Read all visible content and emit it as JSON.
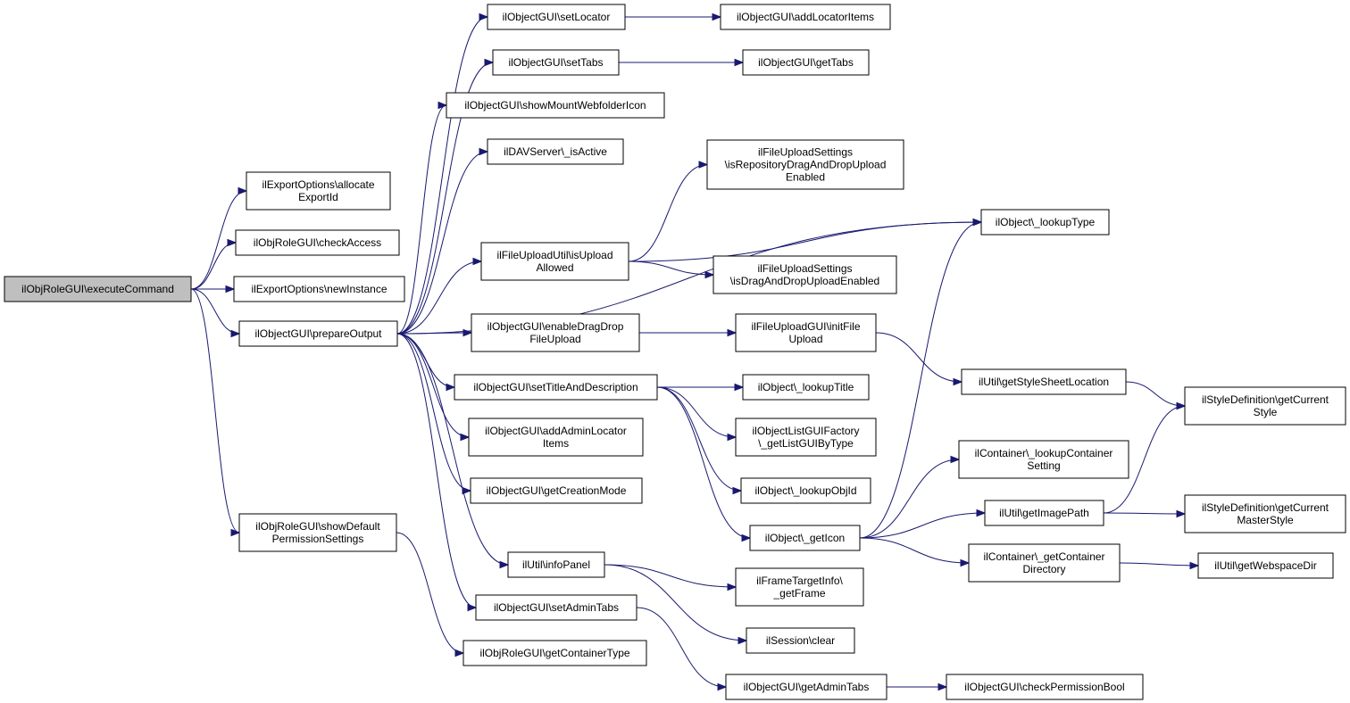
{
  "diagram": {
    "type": "call-graph",
    "root": "executeCommand",
    "nodes": [
      {
        "id": "executeCommand",
        "lines": [
          "ilObjRoleGUI\\executeCommand"
        ]
      },
      {
        "id": "allocateExportId",
        "lines": [
          "ilExportOptions\\allocate",
          "ExportId"
        ]
      },
      {
        "id": "checkAccess",
        "lines": [
          "ilObjRoleGUI\\checkAccess"
        ]
      },
      {
        "id": "newInstance",
        "lines": [
          "ilExportOptions\\newInstance"
        ]
      },
      {
        "id": "prepareOutput",
        "lines": [
          "ilObjectGUI\\prepareOutput"
        ]
      },
      {
        "id": "showDefaultPerm",
        "lines": [
          "ilObjRoleGUI\\showDefault",
          "PermissionSettings"
        ]
      },
      {
        "id": "getContainerType",
        "lines": [
          "ilObjRoleGUI\\getContainerType"
        ]
      },
      {
        "id": "setLocator",
        "lines": [
          "ilObjectGUI\\setLocator"
        ]
      },
      {
        "id": "setTabs",
        "lines": [
          "ilObjectGUI\\setTabs"
        ]
      },
      {
        "id": "showMountWebfolderIcon",
        "lines": [
          "ilObjectGUI\\showMountWebfolderIcon"
        ]
      },
      {
        "id": "davIsActive",
        "lines": [
          "ilDAVServer\\_isActive"
        ]
      },
      {
        "id": "isUploadAllowed",
        "lines": [
          "ilFileUploadUtil\\isUpload",
          "Allowed"
        ]
      },
      {
        "id": "enableDragDrop",
        "lines": [
          "ilObjectGUI\\enableDragDrop",
          "FileUpload"
        ]
      },
      {
        "id": "setTitleAndDescription",
        "lines": [
          "ilObjectGUI\\setTitleAndDescription"
        ]
      },
      {
        "id": "addAdminLocatorItems",
        "lines": [
          "ilObjectGUI\\addAdminLocator",
          "Items"
        ]
      },
      {
        "id": "getCreationMode",
        "lines": [
          "ilObjectGUI\\getCreationMode"
        ]
      },
      {
        "id": "infoPanel",
        "lines": [
          "ilUtil\\infoPanel"
        ]
      },
      {
        "id": "setAdminTabs",
        "lines": [
          "ilObjectGUI\\setAdminTabs"
        ]
      },
      {
        "id": "addLocatorItems",
        "lines": [
          "ilObjectGUI\\addLocatorItems"
        ]
      },
      {
        "id": "getTabs",
        "lines": [
          "ilObjectGUI\\getTabs"
        ]
      },
      {
        "id": "isRepoDragDrop",
        "lines": [
          "ilFileUploadSettings",
          "\\isRepositoryDragAndDropUpload",
          "Enabled"
        ]
      },
      {
        "id": "isDragDropEnabled",
        "lines": [
          "ilFileUploadSettings",
          "\\isDragAndDropUploadEnabled"
        ]
      },
      {
        "id": "initFileUpload",
        "lines": [
          "ilFileUploadGUI\\initFile",
          "Upload"
        ]
      },
      {
        "id": "lookupTitle",
        "lines": [
          "ilObject\\_lookupTitle"
        ]
      },
      {
        "id": "getListGUIByType",
        "lines": [
          "ilObjectListGUIFactory",
          "\\_getListGUIByType"
        ]
      },
      {
        "id": "lookupObjId",
        "lines": [
          "ilObject\\_lookupObjId"
        ]
      },
      {
        "id": "getIcon",
        "lines": [
          "ilObject\\_getIcon"
        ]
      },
      {
        "id": "getFrame",
        "lines": [
          "ilFrameTargetInfo\\",
          "_getFrame"
        ]
      },
      {
        "id": "sessionClear",
        "lines": [
          "ilSession\\clear"
        ]
      },
      {
        "id": "getAdminTabs",
        "lines": [
          "ilObjectGUI\\getAdminTabs"
        ]
      },
      {
        "id": "lookupType",
        "lines": [
          "ilObject\\_lookupType"
        ]
      },
      {
        "id": "getStyleSheetLocation",
        "lines": [
          "ilUtil\\getStyleSheetLocation"
        ]
      },
      {
        "id": "lookupContainerSetting",
        "lines": [
          "ilContainer\\_lookupContainer",
          "Setting"
        ]
      },
      {
        "id": "getImagePath",
        "lines": [
          "ilUtil\\getImagePath"
        ]
      },
      {
        "id": "getContainerDirectory",
        "lines": [
          "ilContainer\\_getContainer",
          "Directory"
        ]
      },
      {
        "id": "checkPermissionBool",
        "lines": [
          "ilObjectGUI\\checkPermissionBool"
        ]
      },
      {
        "id": "getCurrentStyle",
        "lines": [
          "ilStyleDefinition\\getCurrent",
          "Style"
        ]
      },
      {
        "id": "getCurrentMasterStyle",
        "lines": [
          "ilStyleDefinition\\getCurrent",
          "MasterStyle"
        ]
      },
      {
        "id": "getWebspaceDir",
        "lines": [
          "ilUtil\\getWebspaceDir"
        ]
      }
    ],
    "edges": [
      [
        "executeCommand",
        "allocateExportId"
      ],
      [
        "executeCommand",
        "checkAccess"
      ],
      [
        "executeCommand",
        "newInstance"
      ],
      [
        "executeCommand",
        "prepareOutput"
      ],
      [
        "executeCommand",
        "showDefaultPerm"
      ],
      [
        "showDefaultPerm",
        "getContainerType"
      ],
      [
        "prepareOutput",
        "setLocator"
      ],
      [
        "prepareOutput",
        "setTabs"
      ],
      [
        "prepareOutput",
        "showMountWebfolderIcon"
      ],
      [
        "prepareOutput",
        "davIsActive"
      ],
      [
        "prepareOutput",
        "lookupType"
      ],
      [
        "prepareOutput",
        "isUploadAllowed"
      ],
      [
        "prepareOutput",
        "enableDragDrop"
      ],
      [
        "prepareOutput",
        "setTitleAndDescription"
      ],
      [
        "prepareOutput",
        "addAdminLocatorItems"
      ],
      [
        "prepareOutput",
        "getCreationMode"
      ],
      [
        "prepareOutput",
        "infoPanel"
      ],
      [
        "prepareOutput",
        "setAdminTabs"
      ],
      [
        "setLocator",
        "addLocatorItems"
      ],
      [
        "setTabs",
        "getTabs"
      ],
      [
        "isUploadAllowed",
        "isRepoDragDrop"
      ],
      [
        "isUploadAllowed",
        "lookupType"
      ],
      [
        "isUploadAllowed",
        "isDragDropEnabled"
      ],
      [
        "enableDragDrop",
        "initFileUpload"
      ],
      [
        "initFileUpload",
        "getStyleSheetLocation"
      ],
      [
        "setTitleAndDescription",
        "lookupTitle"
      ],
      [
        "setTitleAndDescription",
        "getListGUIByType"
      ],
      [
        "setTitleAndDescription",
        "lookupObjId"
      ],
      [
        "setTitleAndDescription",
        "getIcon"
      ],
      [
        "getIcon",
        "lookupType"
      ],
      [
        "getIcon",
        "lookupContainerSetting"
      ],
      [
        "getIcon",
        "getImagePath"
      ],
      [
        "getIcon",
        "getContainerDirectory"
      ],
      [
        "infoPanel",
        "getFrame"
      ],
      [
        "infoPanel",
        "sessionClear"
      ],
      [
        "setAdminTabs",
        "getAdminTabs"
      ],
      [
        "getAdminTabs",
        "checkPermissionBool"
      ],
      [
        "getStyleSheetLocation",
        "getCurrentStyle"
      ],
      [
        "getImagePath",
        "getCurrentStyle"
      ],
      [
        "getImagePath",
        "getCurrentMasterStyle"
      ],
      [
        "getContainerDirectory",
        "getWebspaceDir"
      ]
    ]
  }
}
